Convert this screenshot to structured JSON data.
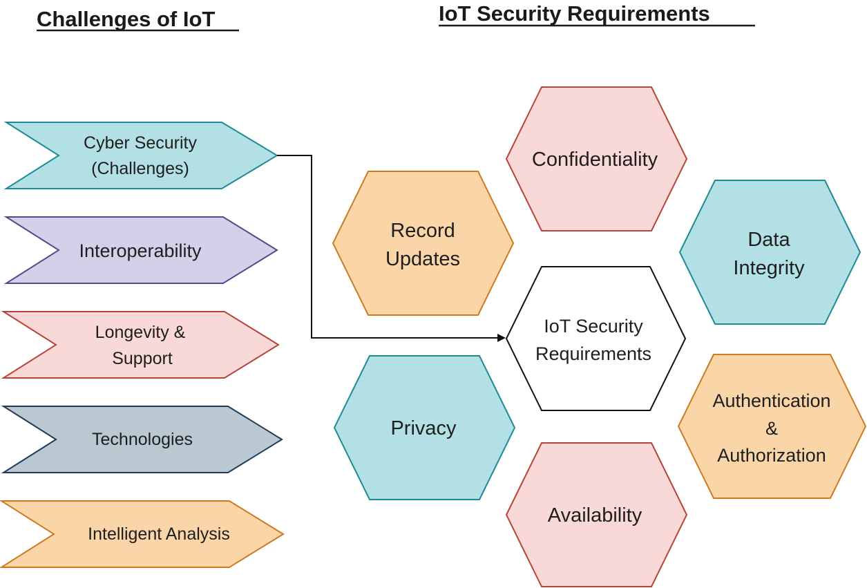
{
  "headings": {
    "left": "Challenges of IoT",
    "right": "IoT Security Requirements"
  },
  "challenges": [
    {
      "line1": "Cyber Security",
      "line2": "(Challenges)",
      "fill": "#b2e0e4",
      "stroke": "#1e8a94"
    },
    {
      "line1": "Interoperability",
      "fill": "#d3d1e9",
      "stroke": "#4f4b8c"
    },
    {
      "line1": "Longevity &",
      "line2": "Support",
      "fill": "#f9d9d7",
      "stroke": "#b5443a"
    },
    {
      "line1": "Technologies",
      "fill": "#bac8d2",
      "stroke": "#1f3a55"
    },
    {
      "line1": "Intelligent Analysis",
      "fill": "#f9d5a8",
      "stroke": "#cf7a1f"
    }
  ],
  "requirements": {
    "center": {
      "line1": "IoT Security",
      "line2": "Requirements",
      "fill": "#ffffff",
      "stroke": "#111111"
    },
    "confidentiality": {
      "line1": "Confidentiality",
      "fill": "#f9d9d7",
      "stroke": "#b5443a"
    },
    "data_integrity": {
      "line1": "Data",
      "line2": "Integrity",
      "fill": "#b2e0e4",
      "stroke": "#1e8a94"
    },
    "authentication": {
      "line1": "Authentication",
      "line2": "&",
      "line3": "Authorization",
      "fill": "#f9d5a8",
      "stroke": "#cf7a1f"
    },
    "availability": {
      "line1": "Availability",
      "fill": "#f9d9d7",
      "stroke": "#b5443a"
    },
    "privacy": {
      "line1": "Privacy",
      "fill": "#b2e0e4",
      "stroke": "#1e8a94"
    },
    "record_updates": {
      "line1": "Record",
      "line2": "Updates",
      "fill": "#f9d5a8",
      "stroke": "#cf7a1f"
    }
  }
}
